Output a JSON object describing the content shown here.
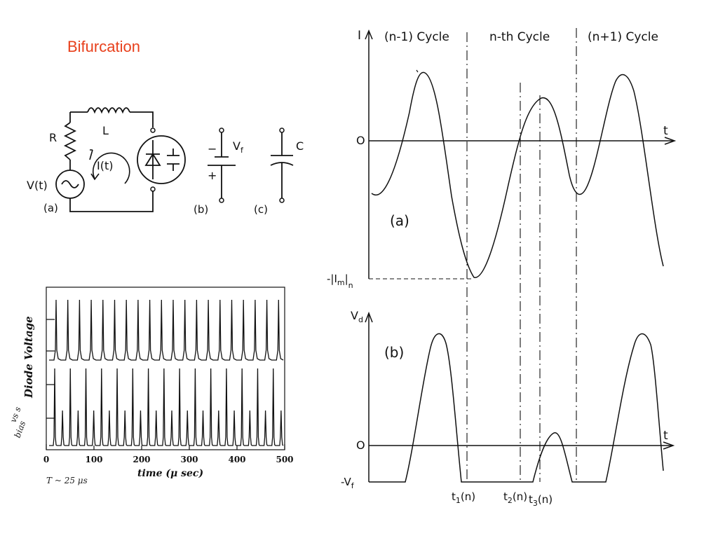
{
  "title": "Bifurcation",
  "circuit": {
    "R": "R",
    "L": "L",
    "source": "V(t)",
    "current": "I(t)",
    "label_a": "(a)",
    "label_b": "(b)",
    "label_c": "(c)",
    "vf": "V",
    "vf_sub": "f",
    "minus": "−",
    "plus": "+",
    "C": "C"
  },
  "plot": {
    "ylabel": "Diode Voltage",
    "xlabel": "time (μ sec)",
    "xticks": [
      "0",
      "100",
      "200",
      "300",
      "400",
      "500"
    ],
    "note1": "vs s",
    "note2": "bias",
    "note3": "T ~ 25 μs"
  },
  "wave": {
    "i_label": "I",
    "cycle_prev": "(n-1) Cycle",
    "cycle_n": "n-th Cycle",
    "cycle_next": "(n+1) Cycle",
    "t_label": "t",
    "zero": "O",
    "im_label": "-|I",
    "im_sub": "m",
    "im_tail": "|",
    "im_n": "n",
    "a_label": "(a)",
    "vd_label": "V",
    "vd_sub": "d",
    "b_label": "(b)",
    "vf_label": "-V",
    "vf_sub": "f",
    "t1": "t",
    "t1_sub": "1",
    "t1_tail": "(n)",
    "t2": "t",
    "t2_sub": "2",
    "t2_tail": "(n)",
    "t3": "t",
    "t3_sub": "3",
    "t3_tail": "(n)"
  }
}
